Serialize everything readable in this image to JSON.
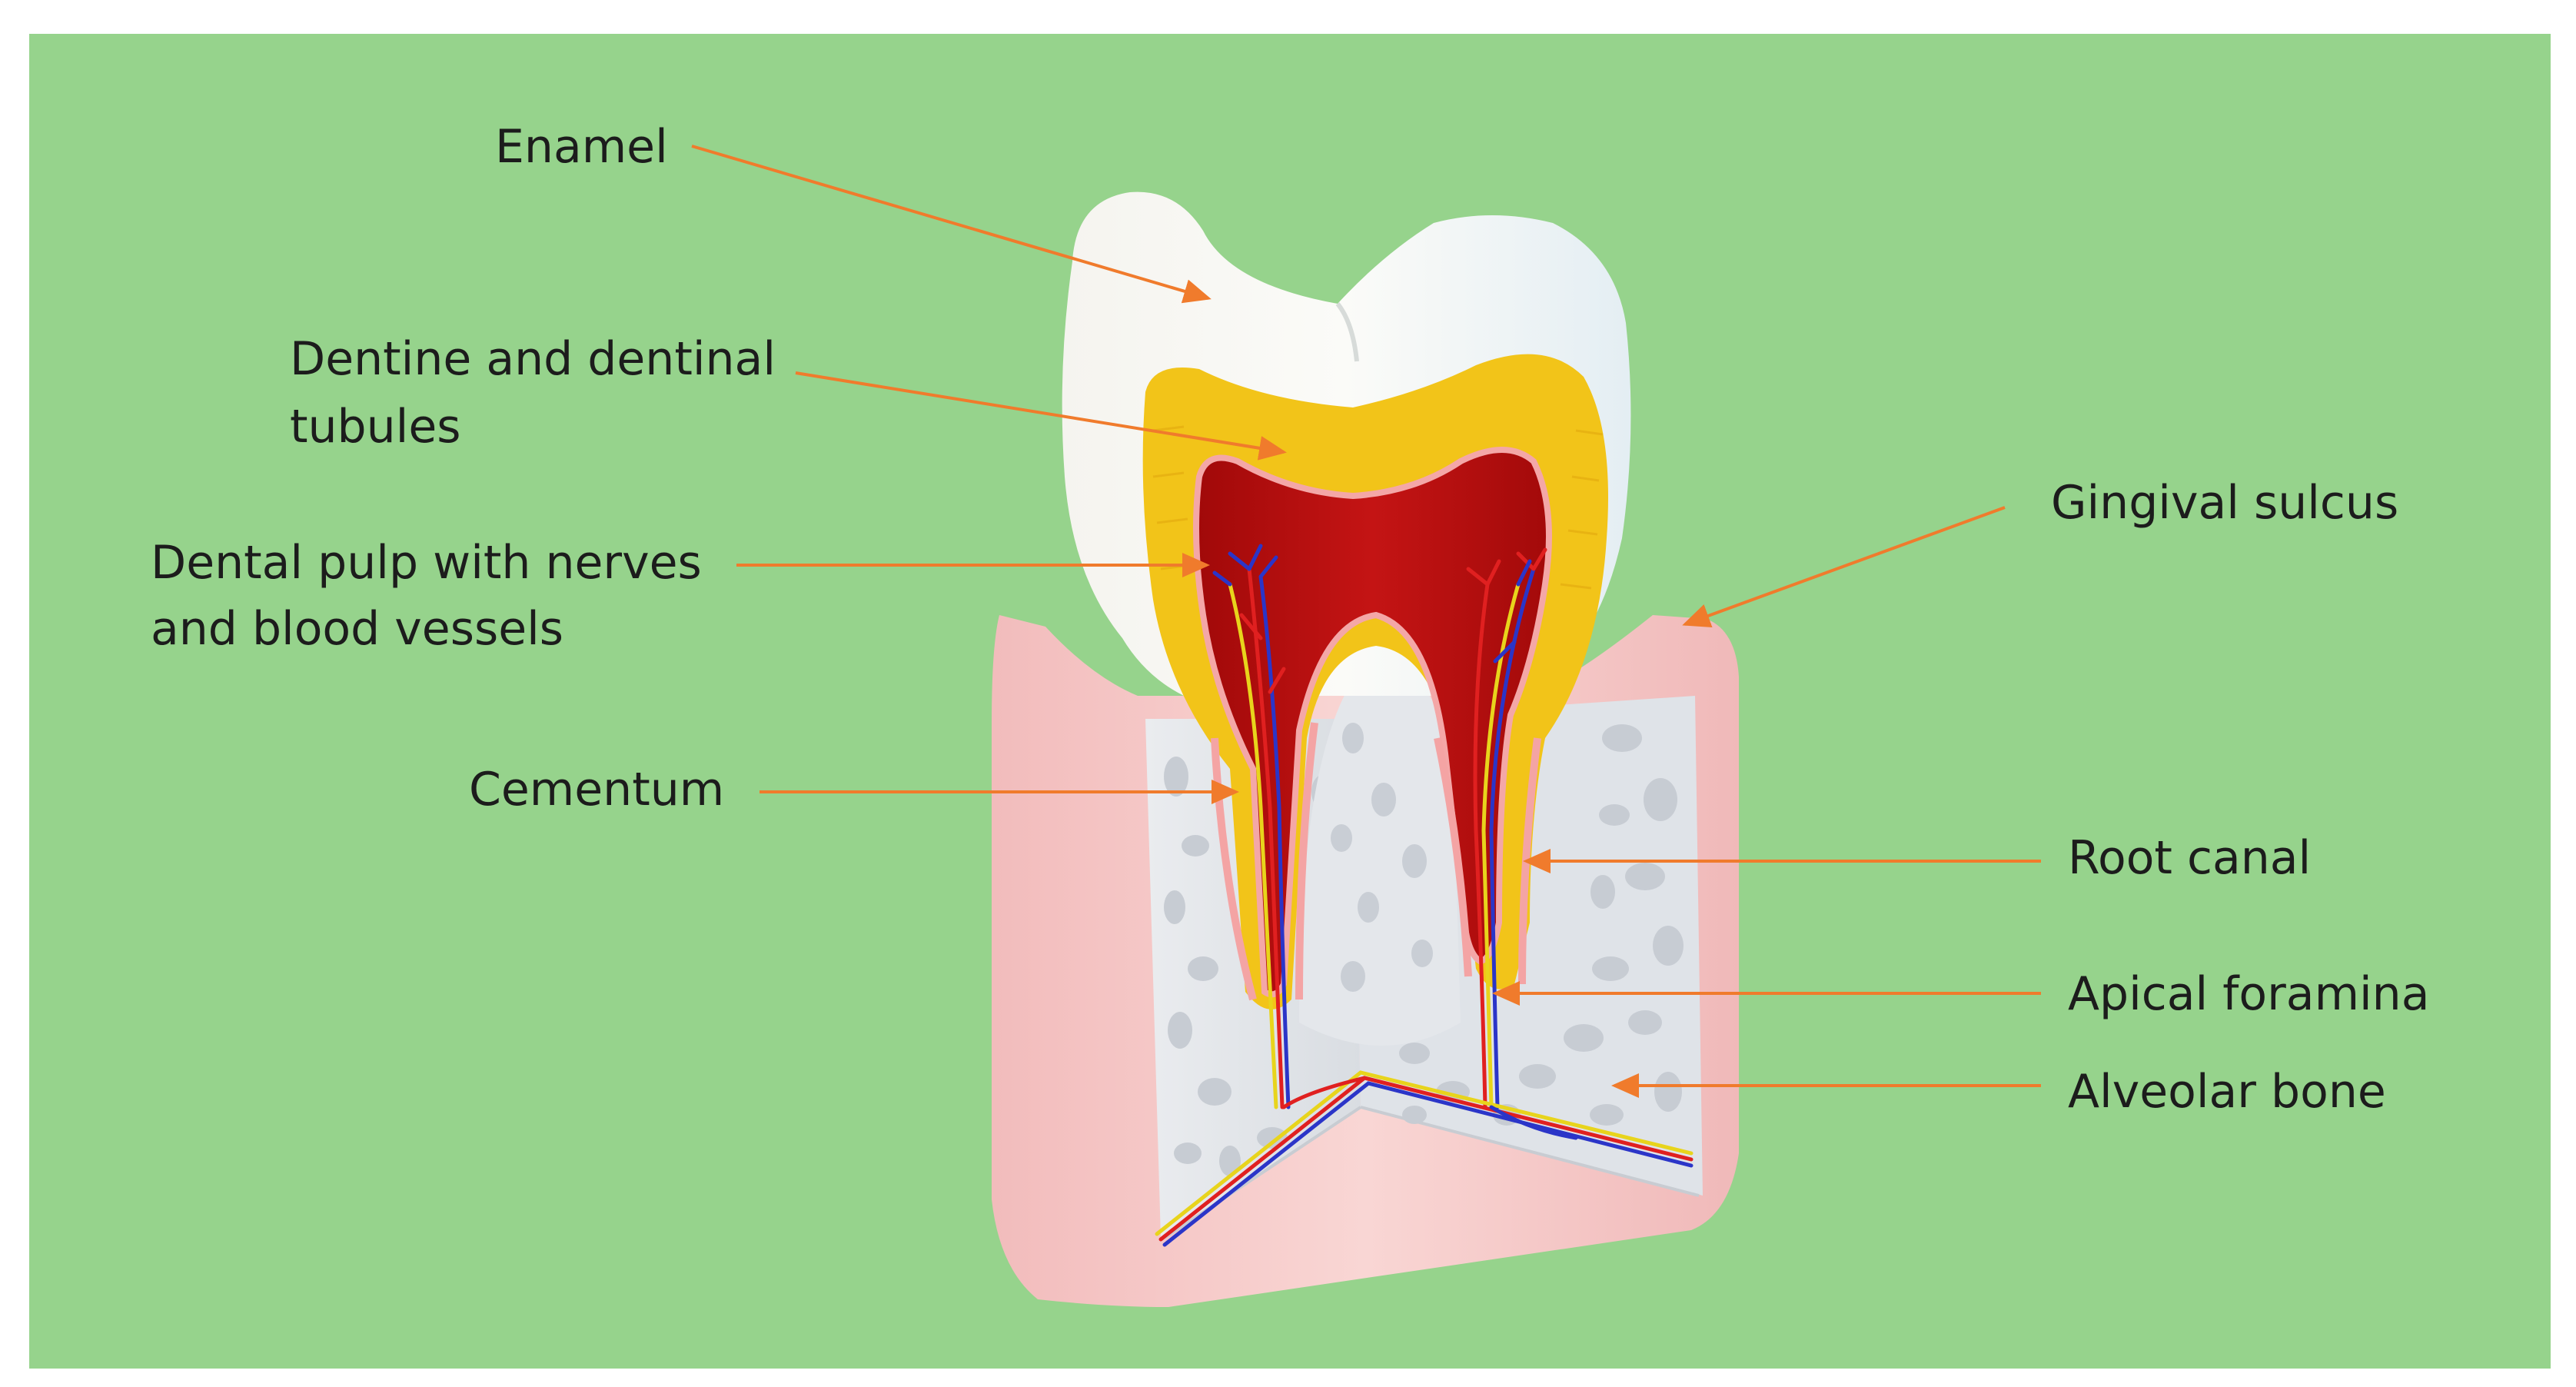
{
  "labels": {
    "enamel": "Enamel",
    "dentine_line1": "Dentine and dentinal",
    "dentine_line2": "tubules",
    "pulp_line1": "Dental pulp with nerves",
    "pulp_line2": "and blood vessels",
    "cementum": "Cementum",
    "gingival_sulcus": "Gingival sulcus",
    "root_canal": "Root canal",
    "apical_foramina": "Apical foramina",
    "alveolar_bone": "Alveolar bone"
  },
  "colors": {
    "background": "#96d38c",
    "arrow": "#f07b2c",
    "enamel": "#f4f6f4",
    "dentine": "#f2c419",
    "pulp": "#b30d0d",
    "gum": "#f5c9c9",
    "bone": "#e6e9ec",
    "nerve": "#e8d41c",
    "artery": "#e02020",
    "vein": "#2b35c8"
  }
}
